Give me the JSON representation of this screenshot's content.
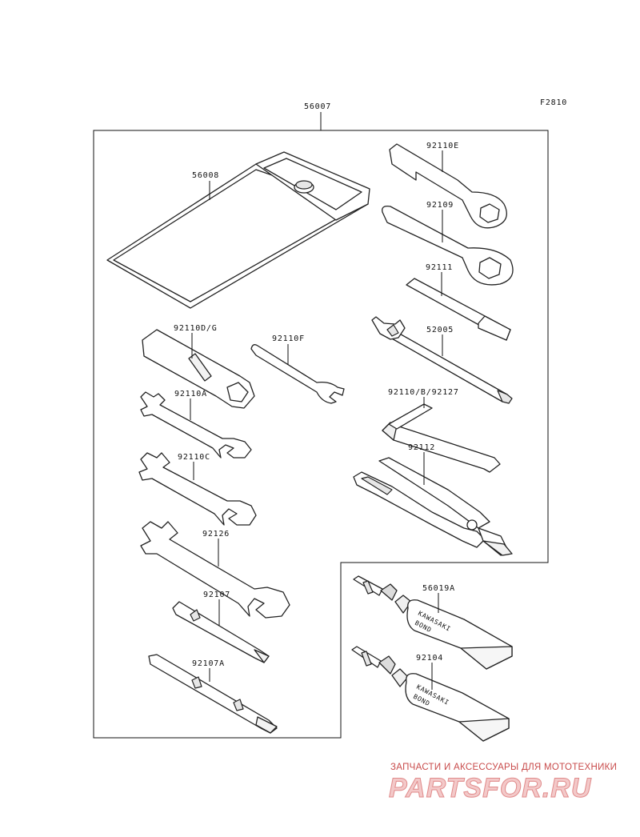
{
  "diagram_code": "F2810",
  "labels": {
    "p56007": "56007",
    "p56008": "56008",
    "p92110E": "92110E",
    "p92109": "92109",
    "p92111": "92111",
    "p52005": "52005",
    "p92110DG": "92110D/G",
    "p92110F": "92110F",
    "p92110A": "92110A",
    "p92110B": "92110/B/92127",
    "p92110C": "92110C",
    "p92112": "92112",
    "p92126": "92126",
    "p92107": "92107",
    "p92107A": "92107A",
    "p56019A": "56019A",
    "p92104": "92104"
  },
  "tube_text": {
    "brand": "KAWASAKI",
    "product": "BOND"
  },
  "watermark": {
    "tagline": "ЗАПЧАСТИ И АКСЕССУАРЫ ДЛЯ МОТОТЕХНИКИ",
    "site": "PARTSFOR.RU"
  }
}
